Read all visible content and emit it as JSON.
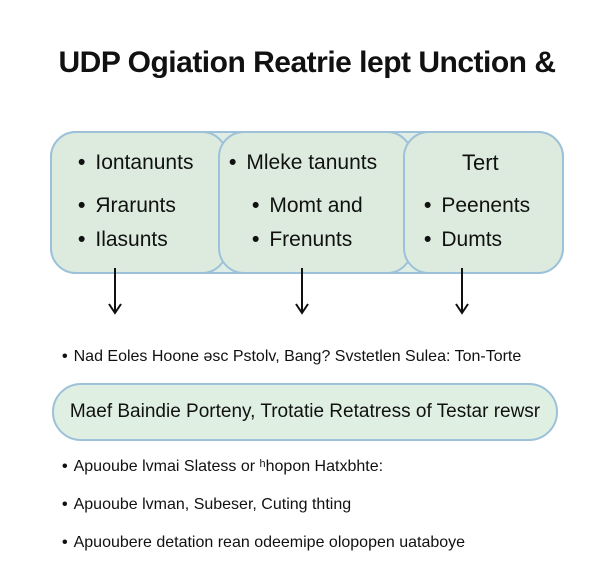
{
  "title": "UDP Ogiation Reatrie lept Unction &",
  "columns": [
    {
      "heading": "",
      "items": [
        "Iontanunts",
        "Яrarunts",
        "Ilasunts"
      ]
    },
    {
      "heading": "",
      "items": [
        "Mleke tanunts",
        "Momt and",
        "Frenunts"
      ]
    },
    {
      "heading": "Tert",
      "items": [
        "Peenents",
        "Dumts"
      ]
    }
  ],
  "note": "Nad Eoles Hoone əsc Pstolv, Bang? Svstetlen Sulea: Ton-Torte",
  "pill": "Maef Baindie Porteny, Trotatie Retatress of Testar rewsr",
  "bullets": [
    "Apuoube lvmai Slatess or ʰhopon Hatxbhte:",
    "Apuoube lvman, Subeser, Cuting thting",
    "Apuoubere detation rean odeemipe olopopen uataboye"
  ],
  "colors": {
    "box_fill": "#dcebdd",
    "box_border": "#9cc1d8",
    "text": "#111111"
  }
}
